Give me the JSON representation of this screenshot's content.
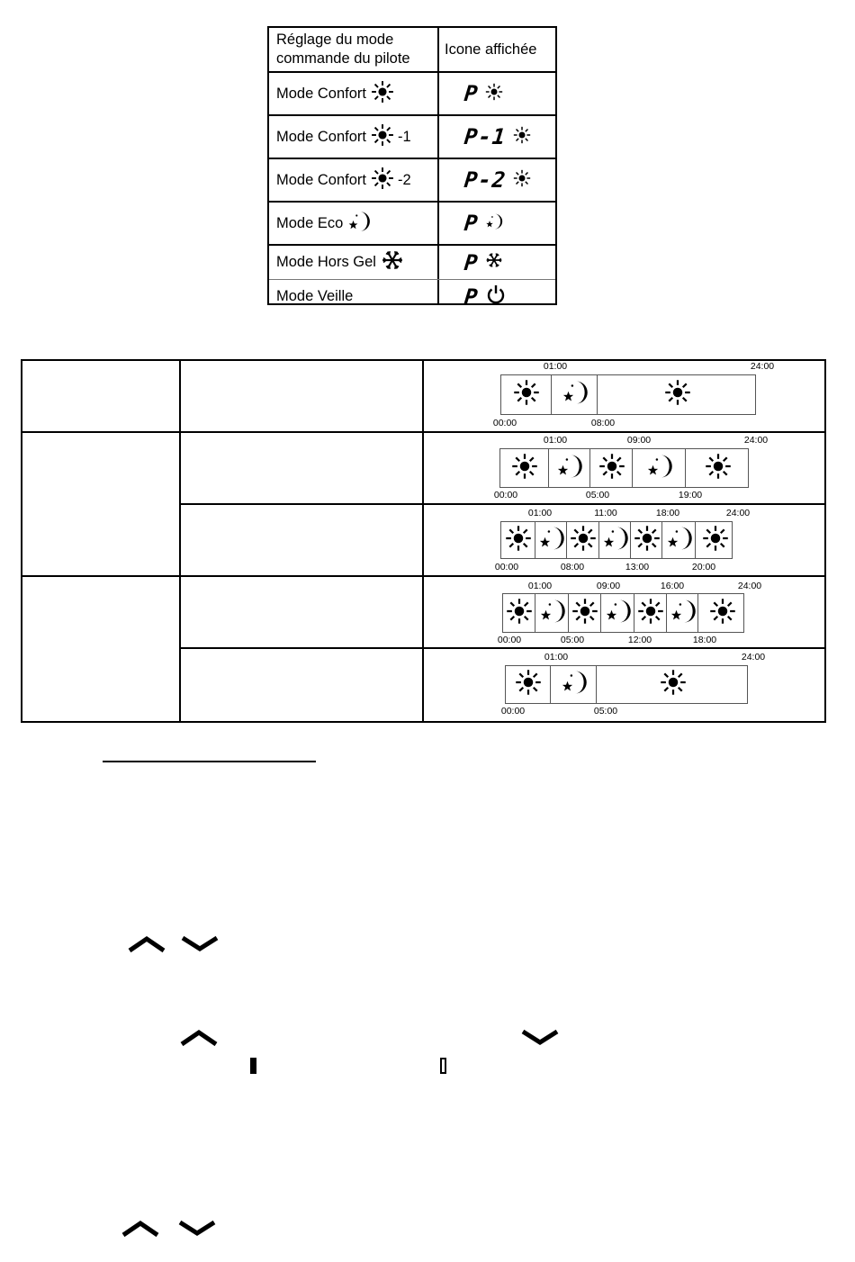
{
  "mode_table": {
    "headers": {
      "setting_line1": "Réglage du mode",
      "setting_line2": "commande du pilote",
      "display": "Icone affichée"
    },
    "rows": [
      {
        "label": "Mode Confort",
        "label_icon": "sun-icon",
        "suffix": "",
        "display_text": "P",
        "display_icon": "sun-icon"
      },
      {
        "label": "Mode Confort",
        "label_icon": "sun-icon",
        "suffix": "-1",
        "display_text": "P-1",
        "display_icon": "sun-icon"
      },
      {
        "label": "Mode Confort",
        "label_icon": "sun-icon",
        "suffix": "-2",
        "display_text": "P-2",
        "display_icon": "sun-icon"
      },
      {
        "label": "Mode Eco",
        "label_icon": "moon-star-icon",
        "suffix": "",
        "display_text": "P",
        "display_icon": "moon-star-icon"
      },
      {
        "label": "Mode Hors Gel",
        "label_icon": "snowflake-icon",
        "suffix": "",
        "display_text": "P",
        "display_icon": "snowflake-icon"
      },
      {
        "label": "Mode Veille",
        "label_icon": "",
        "suffix": "",
        "display_text": "P",
        "display_icon": "power-icon"
      }
    ]
  },
  "schedules": [
    {
      "segments": [
        "sun",
        "moon",
        "sun"
      ],
      "top_labels": [
        "01:00",
        "24:00"
      ],
      "bottom_labels": [
        "00:00",
        "08:00"
      ]
    },
    {
      "segments": [
        "sun",
        "moon",
        "sun",
        "moon",
        "sun"
      ],
      "top_labels": [
        "01:00",
        "09:00",
        "24:00"
      ],
      "bottom_labels": [
        "00:00",
        "05:00",
        "19:00"
      ]
    },
    {
      "segments": [
        "sun",
        "moon",
        "sun",
        "moon",
        "sun",
        "moon",
        "sun"
      ],
      "top_labels": [
        "01:00",
        "11:00",
        "18:00",
        "24:00"
      ],
      "bottom_labels": [
        "00:00",
        "08:00",
        "13:00",
        "20:00"
      ]
    },
    {
      "segments": [
        "sun",
        "moon",
        "sun",
        "moon",
        "sun",
        "moon",
        "sun"
      ],
      "top_labels": [
        "01:00",
        "09:00",
        "16:00",
        "24:00"
      ],
      "bottom_labels": [
        "00:00",
        "05:00",
        "12:00",
        "18:00"
      ]
    },
    {
      "segments": [
        "sun",
        "moon",
        "sun"
      ],
      "top_labels": [
        "01:00",
        "24:00"
      ],
      "bottom_labels": [
        "00:00",
        "05:00"
      ]
    }
  ],
  "icons": {
    "up": "chevron-up-icon",
    "down": "chevron-down-icon",
    "bar_filled": "filled-bar-icon",
    "bar_empty": "empty-bar-icon"
  }
}
